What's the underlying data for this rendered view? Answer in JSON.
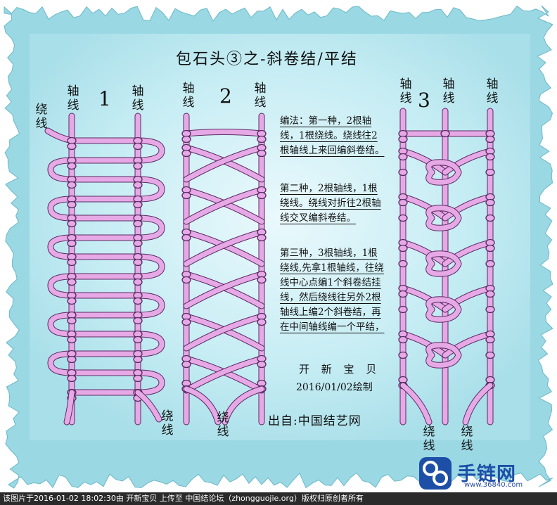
{
  "title": "包石头③之-斜卷结/平结",
  "labels": {
    "axis_line": [
      "轴",
      "线"
    ],
    "wrap_line": [
      "绕",
      "线"
    ],
    "num1": "1",
    "num2": "2",
    "num3": "3"
  },
  "paragraphs": {
    "p1": "编法：第一种，2根轴线，1根绕线。绕线往2根轴线上来回编斜卷结。",
    "p2": "第二种，2根轴线，1根绕线。绕线对折往2根轴线交叉编斜卷结。",
    "p3": "第三种，3根轴线，1根绕线,先拿1根轴线，往绕线中心点编1个斜卷结挂线，然后绕线往另外2根轴线上编2个斜卷结，再在中间轴线编一个平结，"
  },
  "author": "开 新 宝 贝",
  "date": "2016/01/02绘制",
  "source": "出自:中国结艺网",
  "logo": {
    "name": "手链网",
    "url": "www.36840.com"
  },
  "footer": "该图片于2016-01-02 18:02:30由 开新宝贝 上传至 中国结论坛（zhongguojie.org）版权归原创者所有",
  "colors": {
    "frame": "#9ad8e4",
    "panel": "#c6ecf3",
    "cord": "#e6a9e6",
    "cord_outline": "#5b2a63",
    "logo": "#1d4fa7"
  }
}
